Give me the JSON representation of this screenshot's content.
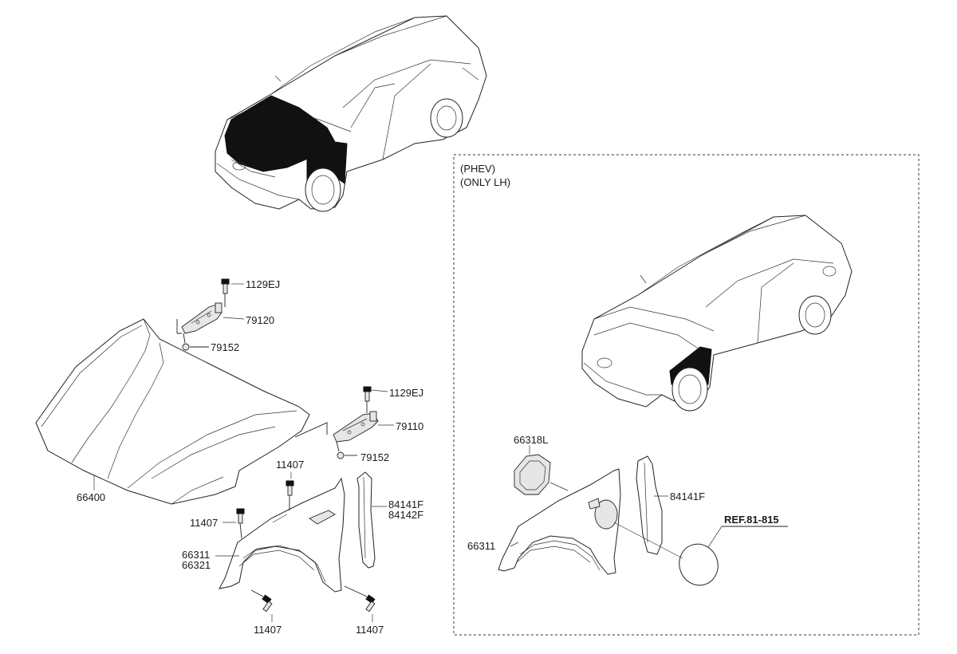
{
  "phev_box": {
    "line1": "(PHEV)",
    "line2": "(ONLY LH)"
  },
  "labels": {
    "bolt_upper": "1129EJ",
    "hinge_upper": "79120",
    "nut_upper": "79152",
    "bolt_lower": "1129EJ",
    "hinge_lower": "79110",
    "nut_lower": "79152",
    "hood": "66400",
    "bolt_fender_top": "11407",
    "bolt_fender_left": "11407",
    "fender_lh": "66311",
    "fender_rh": "66321",
    "bolt_fender_bottom_left": "11407",
    "bolt_fender_bottom_right": "11407",
    "insulator_lh": "84141F",
    "insulator_rh": "84142F",
    "phev_housing": "66318L",
    "phev_insulator": "84141F",
    "phev_fender": "66311",
    "phev_ref": "REF.81-815"
  }
}
